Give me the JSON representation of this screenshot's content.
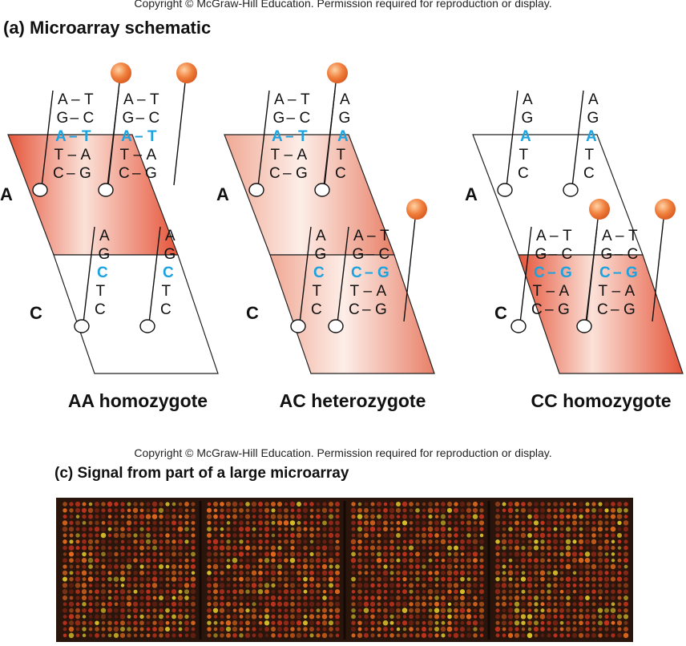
{
  "copyright_top": "Copyright © McGraw-Hill Education. Permission required for reproduction or display.",
  "section_a": {
    "title": "(a) Microarray schematic",
    "row_labels": [
      "A",
      "C"
    ],
    "panels": [
      {
        "genotype": "AA homozygote",
        "fill_top": true,
        "fill_bottom": false
      },
      {
        "genotype": "AC heterozygote",
        "fill_top": true,
        "fill_bottom": true
      },
      {
        "genotype": "CC homozygote",
        "fill_top": false,
        "fill_bottom": true
      }
    ],
    "probe_A_bases": [
      "A",
      "G",
      "A",
      "T",
      "C"
    ],
    "probe_C_bases": [
      "A",
      "G",
      "C",
      "T",
      "C"
    ],
    "duplex_A_pairs": [
      [
        "A",
        "T"
      ],
      [
        "G",
        "C"
      ],
      [
        "A",
        "T"
      ],
      [
        "T",
        "A"
      ],
      [
        "C",
        "G"
      ]
    ],
    "duplex_C_pairs": [
      [
        "A",
        "T"
      ],
      [
        "G",
        "C"
      ],
      [
        "C",
        "G"
      ],
      [
        "T",
        "A"
      ],
      [
        "C",
        "G"
      ]
    ],
    "colors": {
      "highlight_base": "#1aa3e0",
      "label_ball": "#f07a3a",
      "hybridized_fill": "#e8634a"
    }
  },
  "copyright_bottom": "Copyright © McGraw-Hill Education. Permission required for reproduction or display.",
  "section_c": {
    "title": "(c) Signal from part of a large microarray",
    "blocks": 4,
    "colors": {
      "background": "#2a150d",
      "spot_red": "#c1331d",
      "spot_orange": "#e36a1e",
      "spot_yellow": "#d9c02a"
    }
  }
}
